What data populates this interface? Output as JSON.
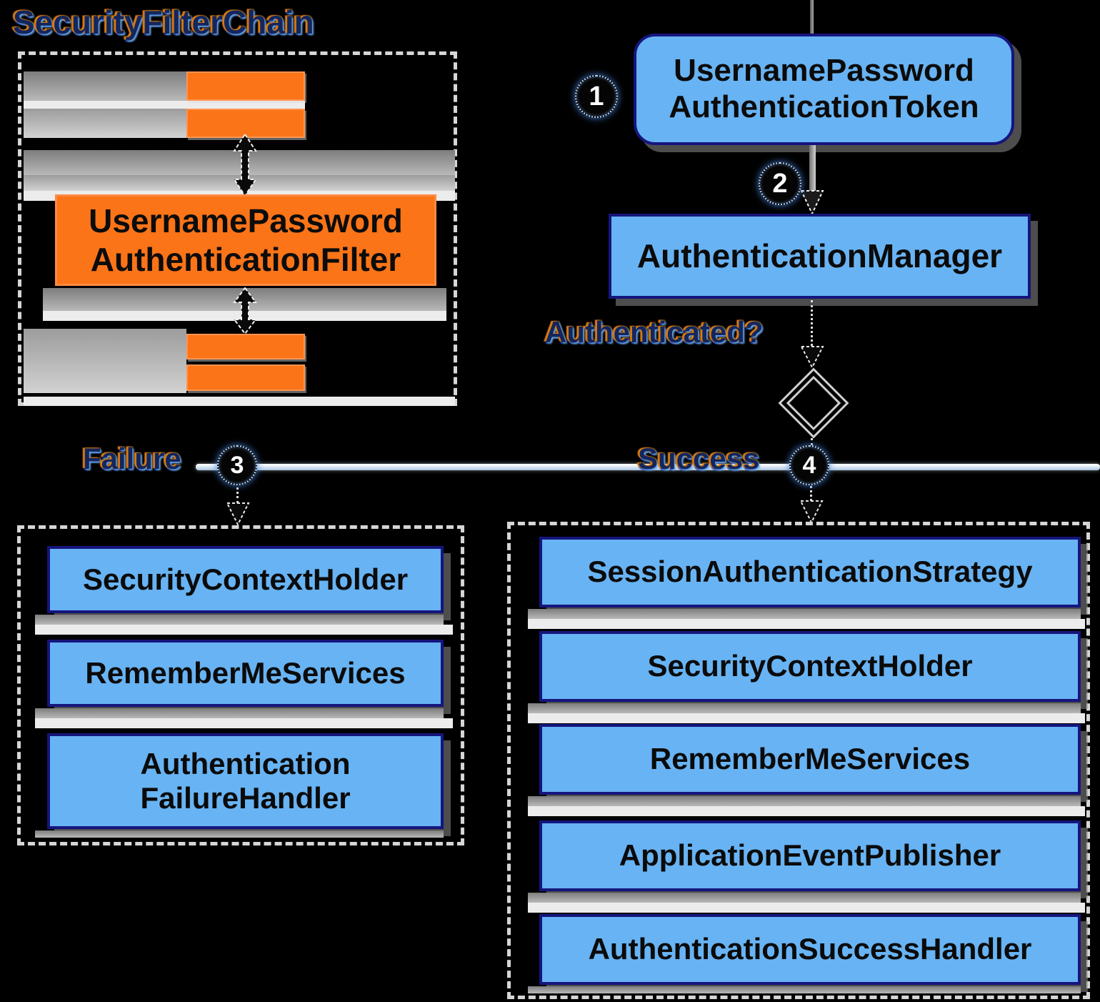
{
  "title": "SecurityFilterChain",
  "colors": {
    "orange": "#fb7418",
    "blue": "#68b3f3",
    "navy": "#15157d",
    "shadow_gray": "#9a9a9a"
  },
  "chain": {
    "filter_line1": "UsernamePassword",
    "filter_line2": "AuthenticationFilter"
  },
  "flow": {
    "badge1": "1",
    "badge2": "2",
    "badge3": "3",
    "badge4": "4",
    "token_line1": "UsernamePassword",
    "token_line2": "AuthenticationToken",
    "manager": "AuthenticationManager",
    "question": "Authenticated?",
    "failure": "Failure",
    "success": "Success"
  },
  "failure_branch": {
    "item1": "SecurityContextHolder",
    "item2": "RememberMeServices",
    "item3_line1": "Authentication",
    "item3_line2": "FailureHandler"
  },
  "success_branch": {
    "item1": "SessionAuthenticationStrategy",
    "item2": "SecurityContextHolder",
    "item3": "RememberMeServices",
    "item4": "ApplicationEventPublisher",
    "item5": "AuthenticationSuccessHandler"
  }
}
